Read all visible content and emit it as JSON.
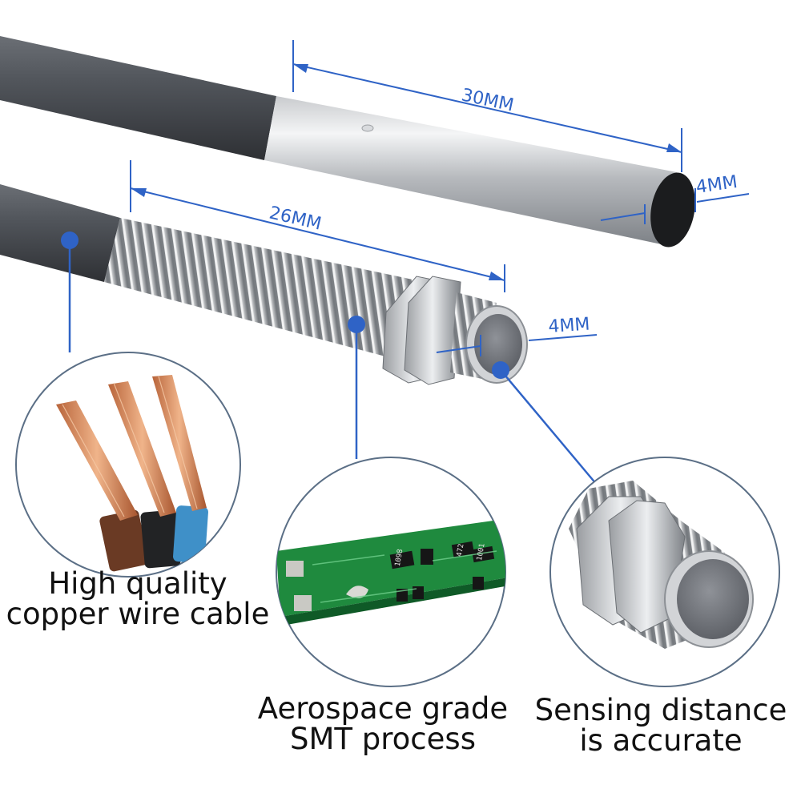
{
  "dimensions": {
    "smooth_length": "30MM",
    "smooth_diameter": "4MM",
    "threaded_length": "26MM",
    "threaded_diameter": "4MM"
  },
  "features": [
    {
      "line1": "High quality",
      "line2": "copper wire cable"
    },
    {
      "line1": "Aerospace grade",
      "line2": "SMT process"
    },
    {
      "line1": "Sensing distance",
      "line2": "is accurate"
    }
  ],
  "pcb_labels": [
    "1098",
    "472",
    "1001"
  ],
  "colors": {
    "dimension_blue": "#2f63c6",
    "callout_blue": "#2f63c6",
    "cable_grey": "#4a4d52",
    "pcb_green": "#1f8a3e"
  }
}
